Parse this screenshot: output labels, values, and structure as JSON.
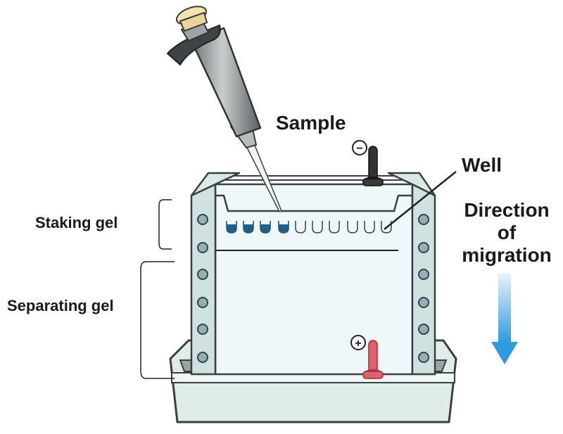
{
  "labels": {
    "sample": "Sample",
    "well": "Well",
    "direction_line1": "Direction",
    "direction_line2": "of",
    "direction_line3": "migration",
    "stacking_gel": "Staking gel",
    "separating_gel": "Separating gel",
    "negative_terminal": "−",
    "positive_terminal": "+"
  },
  "colors": {
    "gel": "#eef8fa",
    "frame": "#cfe2df",
    "outline": "#3a4040",
    "loaded_well": "#1f5f8b",
    "electrode_negative": "#333333",
    "electrode_positive": "#e0606c",
    "arrow_top": "#eaf4fb",
    "arrow_bottom": "#2f9be0"
  },
  "wells": {
    "total": 10,
    "loaded": 4
  }
}
